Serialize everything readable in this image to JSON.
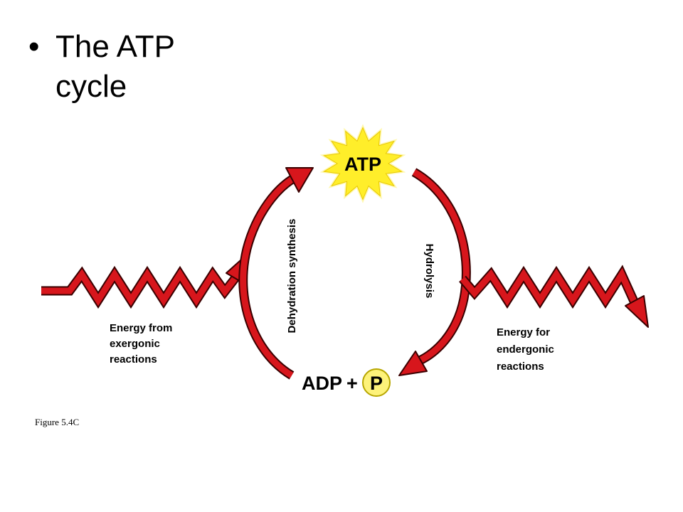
{
  "title": {
    "bullet": "•",
    "line1": "The ATP",
    "line2": "cycle"
  },
  "diagram": {
    "atp_label": "ATP",
    "adp_label": "ADP",
    "plus_sign": "+",
    "phosphate_label": "P",
    "left_arc_label": "Dehydration synthesis",
    "right_arc_label": "Hydrolysis",
    "input_energy": [
      "Energy from",
      "exergonic",
      "reactions"
    ],
    "output_energy": [
      "Energy for",
      "endergonic",
      "reactions"
    ]
  },
  "caption": "Figure 5.4C",
  "colors": {
    "arrow_red": "#d7161c",
    "arrow_outline": "#3a0000",
    "starburst_yellow": "#ffee2a",
    "starburst_glow": "#fff8b0",
    "phosphate_fill": "#fdf27a",
    "phosphate_stroke": "#b7a600"
  }
}
